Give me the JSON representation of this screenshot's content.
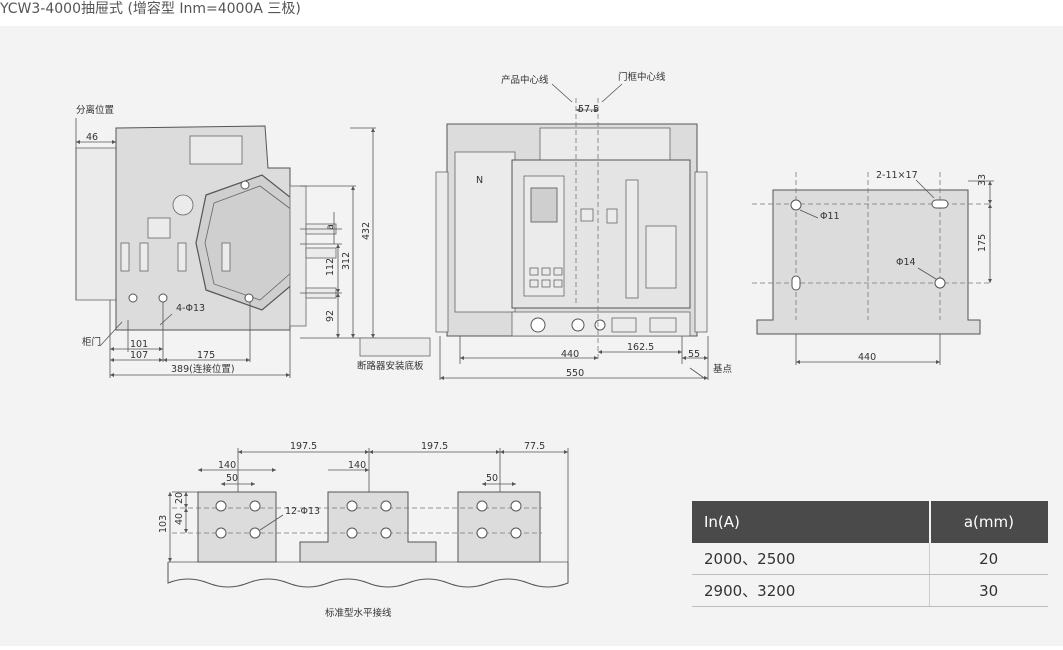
{
  "title": "YCW3-4000抽屉式 (增容型 Inm=4000A 三极)",
  "side_view": {
    "labels": {
      "separation_position": "分离位置",
      "cabinet_door": "柜门",
      "holes": "4-Φ13",
      "connected_position": "389(连接位置)",
      "a": "a"
    },
    "dims": {
      "d46": "46",
      "d101": "101",
      "d107": "107",
      "d175": "175",
      "d112": "112",
      "d312": "312",
      "d92": "92",
      "d432": "432"
    }
  },
  "front_view": {
    "labels": {
      "product_center": "产品中心线",
      "door_center": "门框中心线",
      "mount_plate": "断路器安装底板",
      "datum": "基点",
      "n_mark": "N"
    },
    "dims": {
      "d57_5": "57.5",
      "d440": "440",
      "d162_5": "162.5",
      "d55": "55",
      "d550": "550"
    }
  },
  "mount_view": {
    "labels": {
      "slots": "2-11×17",
      "phi11": "Φ11",
      "phi14": "Φ14"
    },
    "dims": {
      "d33": "33",
      "d175": "175",
      "d440": "440"
    }
  },
  "busbar_view": {
    "caption": "标准型水平接线",
    "holes_label": "12-Φ13",
    "dims": {
      "p197_5a": "197.5",
      "p197_5b": "197.5",
      "p77_5": "77.5",
      "w140a": "140",
      "w140b": "140",
      "w50a": "50",
      "w50b": "50",
      "v20": "20",
      "v40": "40",
      "v103": "103"
    }
  },
  "table": {
    "headers": [
      "In(A)",
      "a(mm)"
    ],
    "rows": [
      [
        "2000、2500",
        "20"
      ],
      [
        "2900、3200",
        "30"
      ]
    ]
  },
  "colors": {
    "background": "#f3f3f3",
    "body_fill": "#dcdcdc",
    "table_header": "#4a4a4a"
  }
}
